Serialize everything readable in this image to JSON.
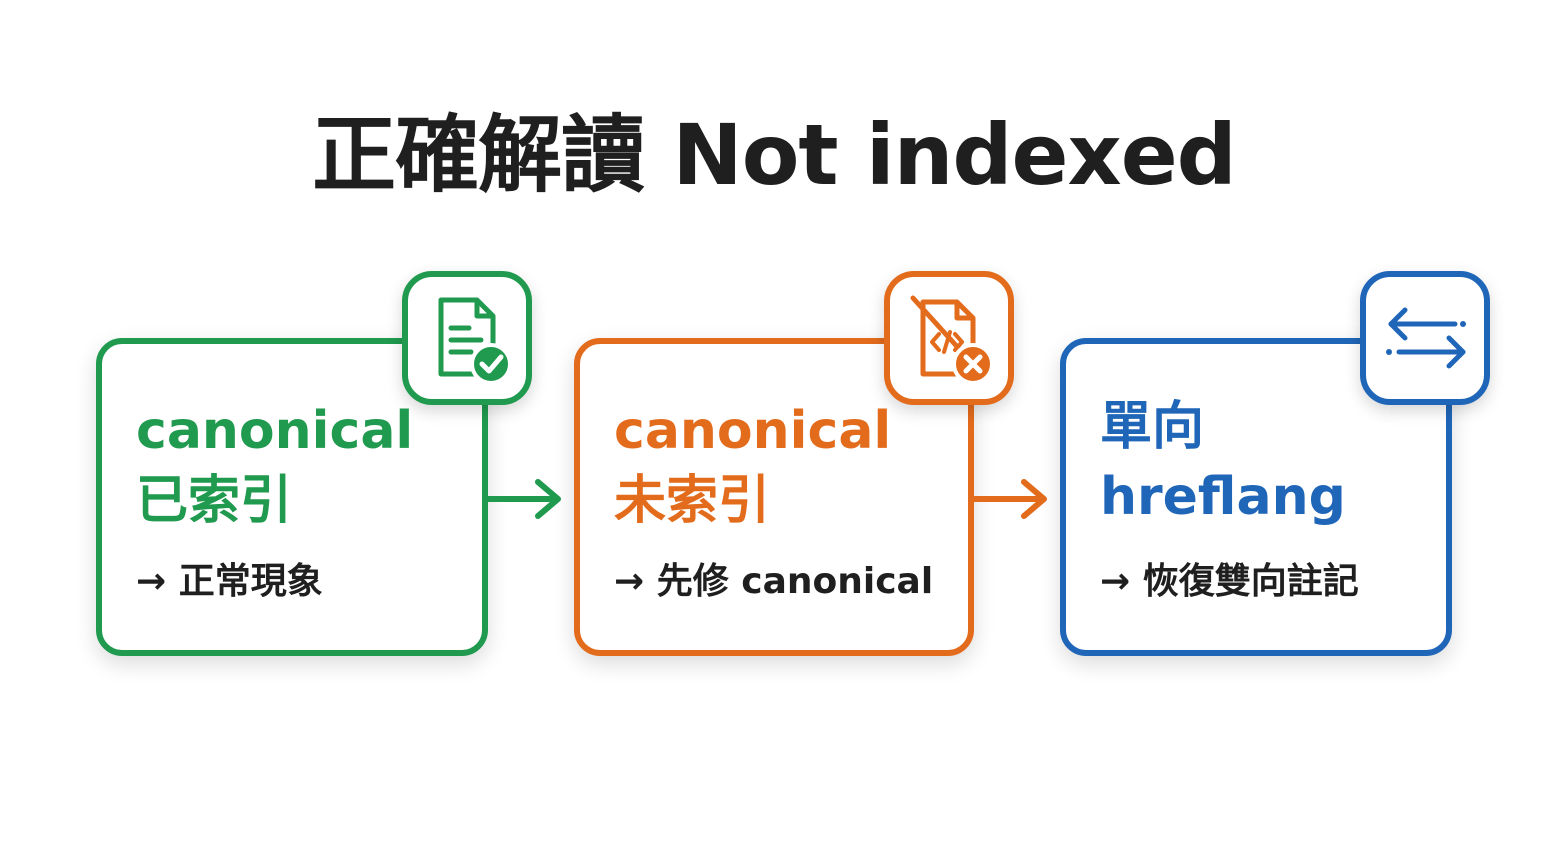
{
  "title": "正確解讀 Not indexed",
  "colors": {
    "green": "#1f9a4e",
    "orange": "#e36b1c",
    "blue": "#2066b8",
    "text": "#1f1f1f"
  },
  "cards": [
    {
      "heading_line1": "canonical",
      "heading_line2": "已索引",
      "note": "→ 正常現象",
      "icon": "document-check-icon"
    },
    {
      "heading_line1": "canonical",
      "heading_line2": "未索引",
      "note": "→ 先修 canonical",
      "icon": "document-code-error-icon"
    },
    {
      "heading_line1": "單向",
      "heading_line2": "hreflang",
      "note": "→ 恢復雙向註記",
      "icon": "bidirectional-arrows-icon"
    }
  ],
  "connectors": [
    "arrow-right-icon",
    "arrow-right-icon"
  ]
}
